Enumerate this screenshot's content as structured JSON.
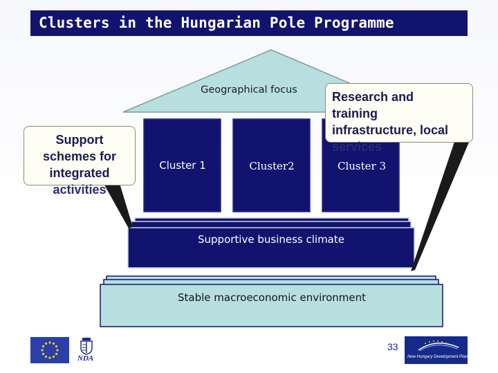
{
  "title": "Clusters in the Hungarian Pole Programme",
  "roof": {
    "label": "Geographical focus"
  },
  "pillars": [
    {
      "label": "Cluster 1"
    },
    {
      "label": "Cluster2"
    },
    {
      "label": "Cluster 3"
    }
  ],
  "band": {
    "label": "Supportive business climate"
  },
  "base": {
    "label": "Stable macroeconomic environment"
  },
  "callouts": {
    "left": {
      "line1": "Support",
      "line2": "schemes for",
      "line3": "integrated",
      "line4": "activities"
    },
    "right": {
      "line1": "Research and",
      "line2": "training",
      "line3": "infrastructure, local",
      "line4": "services"
    }
  },
  "footer": {
    "page_number": "33",
    "left_logo_text": "NDA",
    "right_logo_text": "New Hungary Development Plan"
  },
  "colors": {
    "title_bg": "#12136e",
    "pillar": "#12136e",
    "band": "#12136e",
    "roof": "#b7dfe0",
    "base": "#b7dfe0"
  }
}
